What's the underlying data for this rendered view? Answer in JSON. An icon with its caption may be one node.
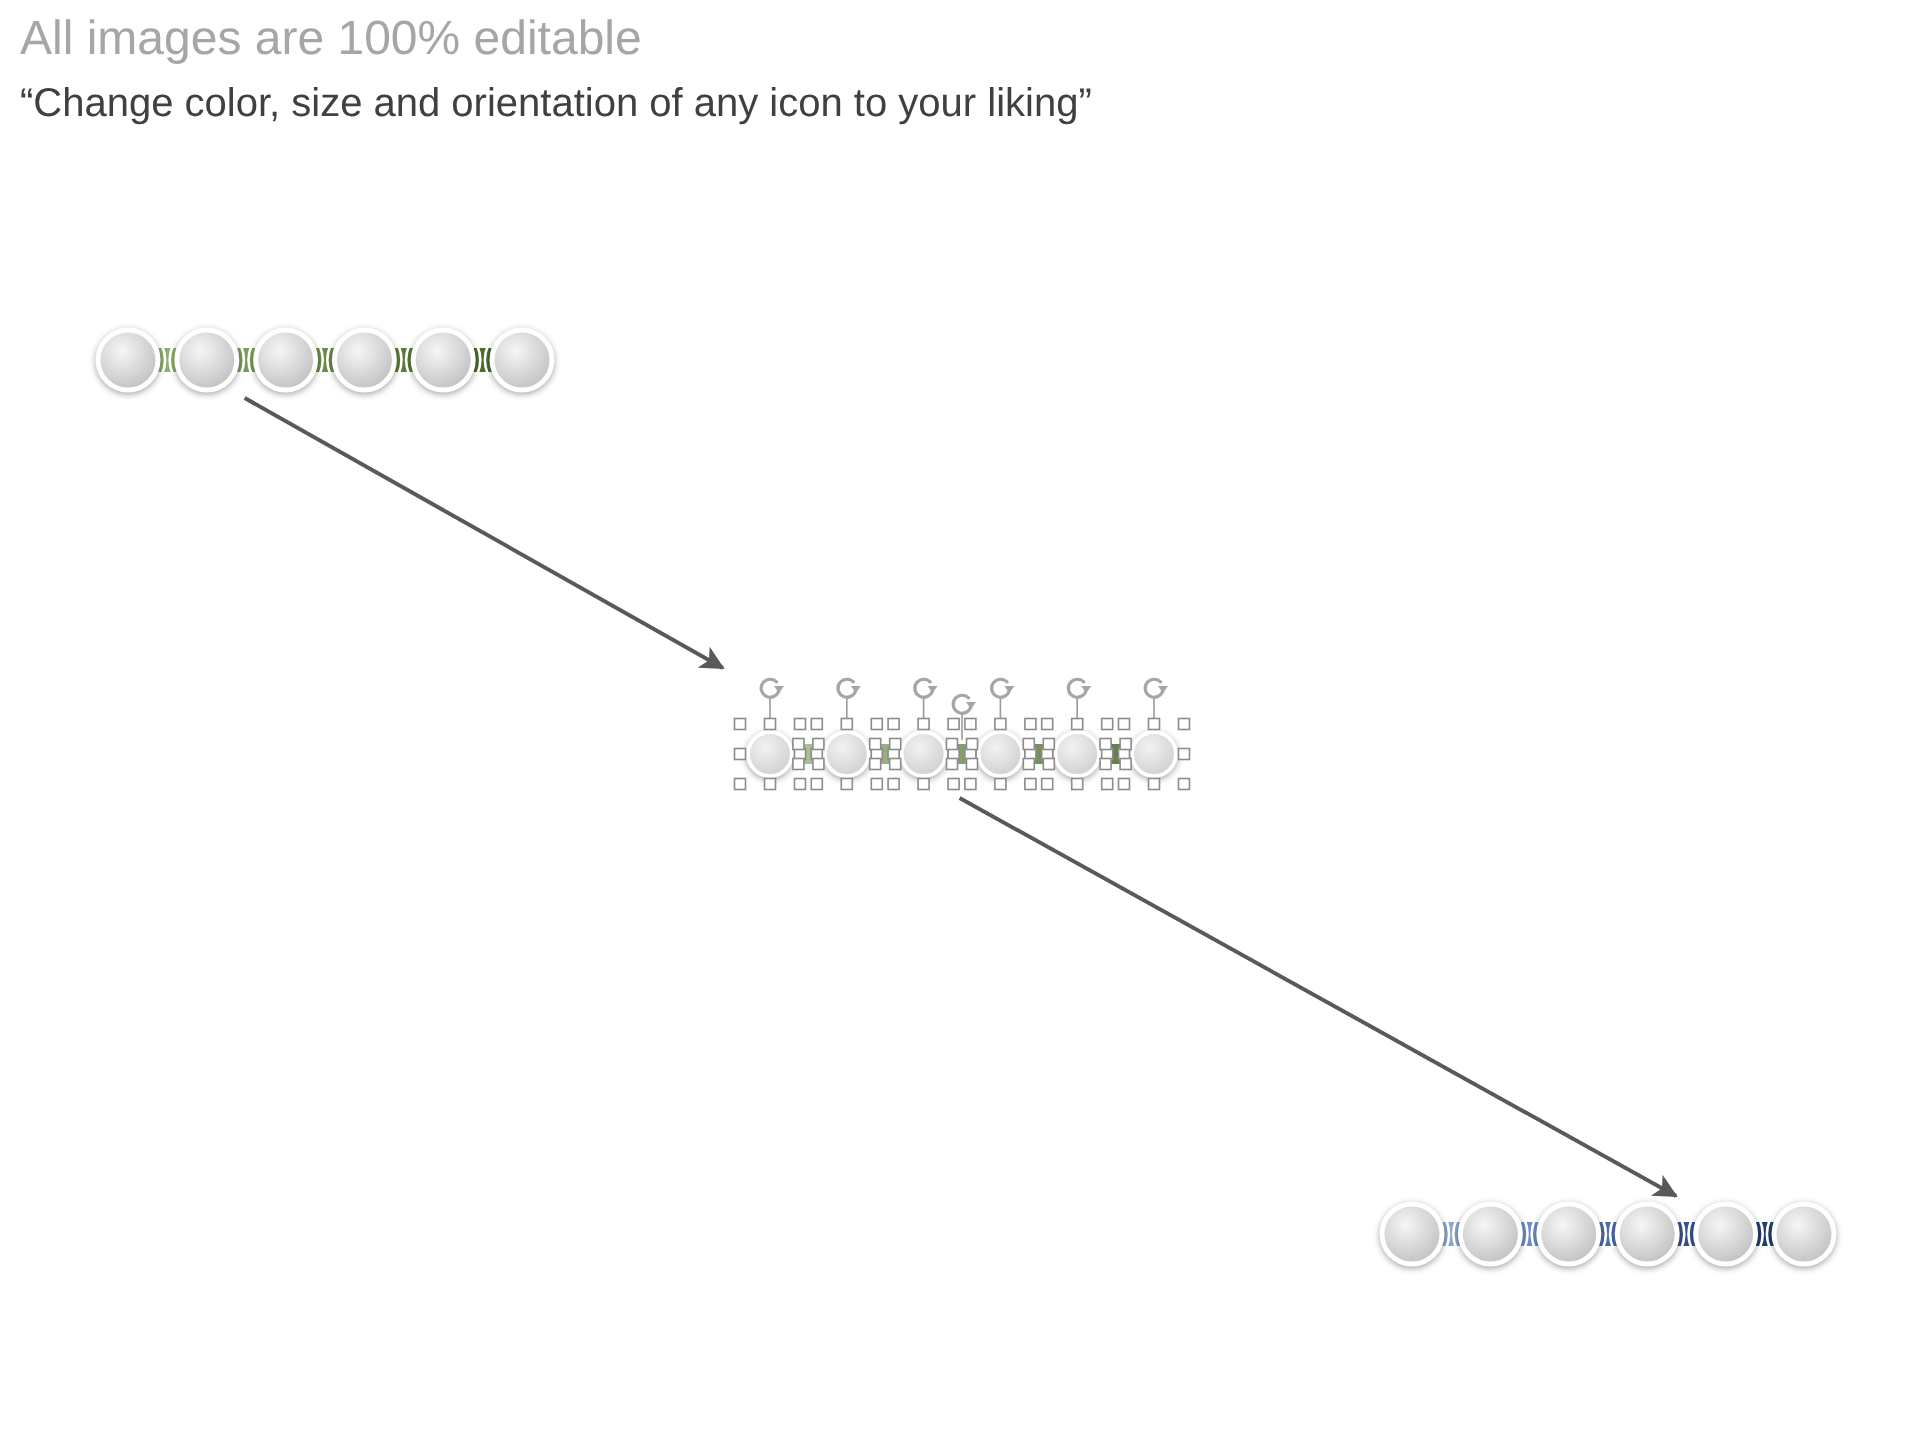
{
  "diagram": {
    "title": "All images are 100% editable",
    "nodes": [
      {
        "text": [],
        "shape": "picture"
      },
      {
        "text": [],
        "shape": "picture"
      },
      {
        "text": [],
        "shape": "picture"
      }
    ],
    "edges": [
      {
        "from": 0,
        "to": 1,
        "arrow": "to"
      },
      {
        "from": 1,
        "to": 2,
        "arrow": "to"
      }
    ],
    "labels": [
      "“Change color, size and orientation of any icon to your liking”"
    ]
  }
}
